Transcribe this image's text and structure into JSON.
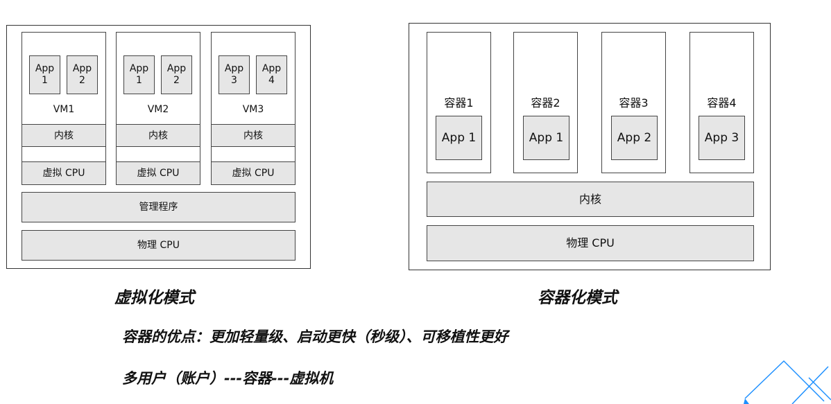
{
  "virtualization": {
    "vms": [
      {
        "name": "VM1",
        "apps": [
          "App\n1",
          "App\n2"
        ],
        "kernel": "内核",
        "vcpu": "虚拟 CPU"
      },
      {
        "name": "VM2",
        "apps": [
          "App\n1",
          "App\n2"
        ],
        "kernel": "内核",
        "vcpu": "虚拟 CPU"
      },
      {
        "name": "VM3",
        "apps": [
          "App\n3",
          "App\n4"
        ],
        "kernel": "内核",
        "vcpu": "虚拟 CPU"
      }
    ],
    "hypervisor": "管理程序",
    "physical_cpu": "物理 CPU",
    "caption": "虚拟化模式"
  },
  "containerization": {
    "containers": [
      {
        "name": "容器1",
        "app": "App 1"
      },
      {
        "name": "容器2",
        "app": "App 1"
      },
      {
        "name": "容器3",
        "app": "App 2"
      },
      {
        "name": "容器4",
        "app": "App 3"
      }
    ],
    "kernel": "内核",
    "physical_cpu": "物理 CPU",
    "caption": "容器化模式"
  },
  "notes": {
    "advantages": "容器的优点：更加轻量级、启动更快（秒级）、可移植性更好",
    "multi_user": "多用户（账户）---容器---虚拟机"
  },
  "colors": {
    "gray_fill": "#e6e6e6",
    "border": "#333333",
    "accent": "#1e90ff"
  }
}
